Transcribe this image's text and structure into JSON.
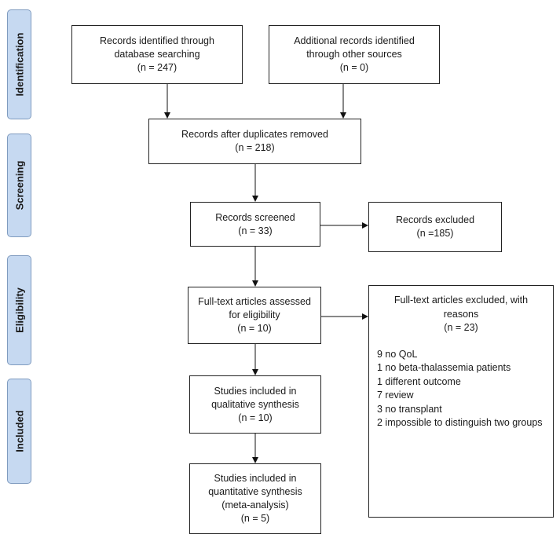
{
  "phases": {
    "identification": "Identification",
    "screening": "Screening",
    "eligibility": "Eligibility",
    "included": "Included"
  },
  "boxes": {
    "database": {
      "line1": "Records identified through",
      "line2": "database searching",
      "line3": "(n = 247)"
    },
    "other_sources": {
      "line1": "Additional records identified",
      "line2": "through other sources",
      "line3": "(n = 0)"
    },
    "duplicates_removed": {
      "line1": "Records after duplicates removed",
      "line2": "(n = 218)"
    },
    "screened": {
      "line1": "Records screened",
      "line2": "(n = 33)"
    },
    "excluded": {
      "line1": "Records excluded",
      "line2": "(n =185)"
    },
    "full_text_assessed": {
      "line1": "Full-text articles assessed",
      "line2": "for eligibility",
      "line3": "(n = 10)"
    },
    "full_text_excluded": {
      "line1": "Full-text articles excluded, with",
      "line2": "reasons",
      "line3": "(n = 23)",
      "reasons": [
        "9 no QoL",
        "1 no beta-thalassemia patients",
        "1 different outcome",
        "7 review",
        "3 no transplant",
        "2 impossible to distinguish two groups"
      ]
    },
    "qualitative": {
      "line1": "Studies included in",
      "line2": "qualitative synthesis",
      "line3": "(n = 10)"
    },
    "quantitative": {
      "line1": "Studies included in",
      "line2": "quantitative synthesis",
      "line3": "(meta-analysis)",
      "line4": "(n = 5)"
    }
  }
}
